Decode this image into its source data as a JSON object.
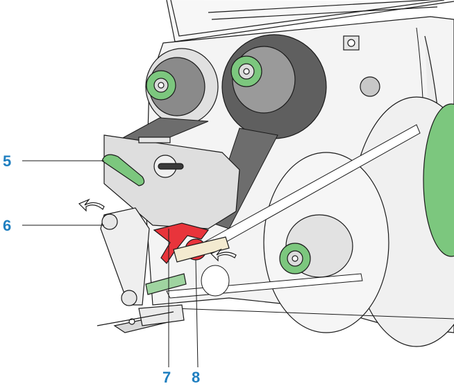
{
  "colors": {
    "callout": "#1f7fc0",
    "green": "#7cc77e",
    "green_dark": "#3f8f48",
    "red": "#e8343b",
    "ribbon": "#6d6d6d",
    "roll_light": "#dcdcdc",
    "housing": "#f2f2f2",
    "outline": "#1a1a1a"
  },
  "callouts": {
    "c5": "5",
    "c6": "6",
    "c7": "7",
    "c8": "8"
  },
  "icons": {
    "rotation_arrow_left": "curved-arrow-counterclockwise-icon",
    "rotation_arrow_right": "curved-arrow-counterclockwise-icon"
  }
}
